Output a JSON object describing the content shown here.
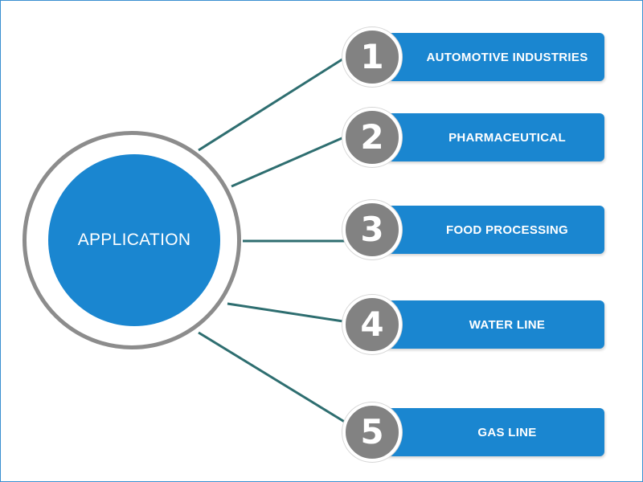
{
  "center": {
    "label": "APPLICATION"
  },
  "items": [
    {
      "number": "1",
      "label": "AUTOMOTIVE INDUSTRIES"
    },
    {
      "number": "2",
      "label": "PHARMACEUTICAL"
    },
    {
      "number": "3",
      "label": "FOOD PROCESSING"
    },
    {
      "number": "4",
      "label": "WATER LINE"
    },
    {
      "number": "5",
      "label": "GAS LINE"
    }
  ],
  "colors": {
    "accent_blue": "#1a86d0",
    "badge_gray": "#828282",
    "ring_gray": "#8c8c8c",
    "connector": "#2e6e70"
  }
}
